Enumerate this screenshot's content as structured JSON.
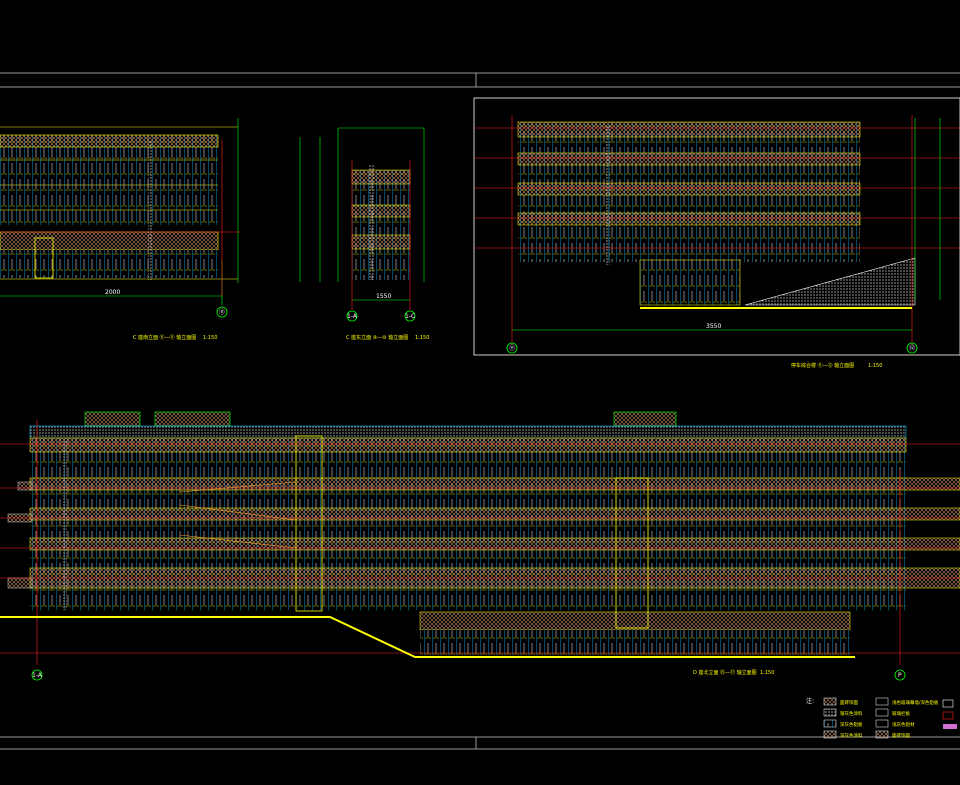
{
  "drawing": {
    "colors": {
      "background": "#000000",
      "frame": "#9a9a9a",
      "facade": "#ffff00",
      "glass": "#00c0ff",
      "axis": "#ff2020",
      "dim": "#00ff00",
      "hatch": "#d8a070",
      "accent": "#ff00ff",
      "ground": "#ffff00"
    },
    "views": {
      "top_left": {
        "title": "C 座南立面 ⑪—⑪ 轴立面图",
        "scale": "1:150",
        "axis_marker": "⑪",
        "dim_label": "2000"
      },
      "top_middle": {
        "title": "C 座东立面 ⑩—⑩ 轴立面图",
        "scale": "1:150",
        "axis_markers": [
          "1-A",
          "1-C"
        ],
        "dim_label": "1550"
      },
      "top_right": {
        "title": "停车综合楼 ⑪—⑫ 轴立面图",
        "scale": "1:150",
        "axis_markers": [
          "⑪",
          "⑫"
        ],
        "dim_label": "3550"
      },
      "bottom": {
        "title": "D 座北立面 ⑮—⑰ 轴立面图",
        "scale": "1:150",
        "axis_markers": [
          "1-A",
          "P"
        ]
      }
    },
    "legend": {
      "note_label": "注:",
      "items": [
        {
          "icon": "cross-hatch-swatch",
          "label": "面砖饰面"
        },
        {
          "icon": "dense-hatch-swatch",
          "label": "银灰色涂料"
        },
        {
          "icon": "vertical-bars-swatch",
          "label": "深灰色铝板"
        },
        {
          "icon": "diagonal-hatch-swatch",
          "label": "深灰色涂料"
        },
        {
          "icon": "plain-swatch",
          "label": "浅色玻璃幕墙/深色铝板"
        },
        {
          "icon": "plain-swatch",
          "label": "玻璃栏板"
        },
        {
          "icon": "plain-swatch",
          "label": "浅灰色铝材"
        },
        {
          "icon": "cross-hatch-swatch",
          "label": "面砖饰面"
        }
      ]
    }
  }
}
